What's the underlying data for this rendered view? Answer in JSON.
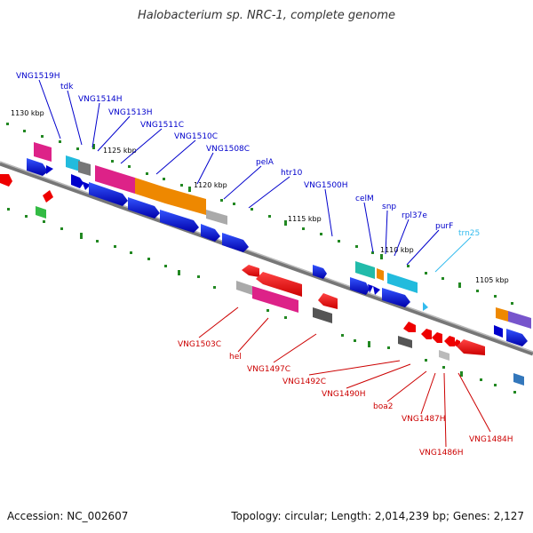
{
  "title": "Halobacterium sp. NRC-1, complete genome",
  "footer": {
    "accession": "Accession: NC_002607",
    "stats": "Topology: circular; Length: 2,014,239 bp; Genes: 2,127"
  },
  "scale_labels": [
    "1130 kbp",
    "1125 kbp",
    "1120 kbp",
    "1115 kbp",
    "1110 kbp",
    "1105 kbp"
  ],
  "forward_genes": [
    "VNG1519H",
    "tdk",
    "VNG1514H",
    "VNG1513H",
    "VNG1511C",
    "VNG1510C",
    "VNG1508C",
    "pelA",
    "htr10",
    "VNG1500H",
    "celM",
    "snp",
    "rpl37e",
    "purF",
    "trn25"
  ],
  "reverse_genes": [
    "VNG1503C",
    "hel",
    "VNG1497C",
    "VNG1492C",
    "VNG1490H",
    "boa2",
    "VNG1487H",
    "VNG1486H",
    "VNG1484H"
  ],
  "colors": {
    "forward_label": "#0000cc",
    "reverse_label": "#cc0000",
    "trna_label": "#33bbee",
    "backbone": "#888888",
    "tick_mark": "#228822"
  }
}
